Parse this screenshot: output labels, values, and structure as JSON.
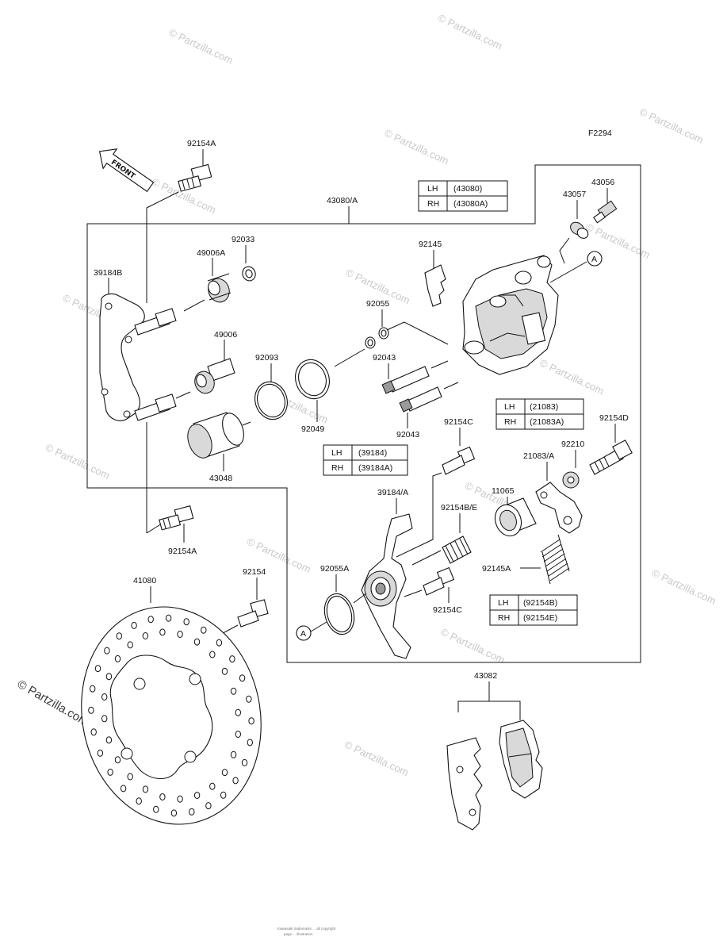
{
  "figure_code": "F2294",
  "front_arrow": "FRONT",
  "watermark": "© Partzilla.com",
  "footer": [
    "Kawasaki trademarks ... all copyright",
    "page ... illustration"
  ],
  "ref_marker": "A",
  "labels": {
    "p92154A_top": "92154A",
    "p43080A": "43080/A",
    "p43056": "43056",
    "p43057": "43057",
    "p92145": "92145",
    "p39184B": "39184B",
    "p49006A": "49006A",
    "p92033": "92033",
    "p92055": "92055",
    "p49006": "49006",
    "p92093": "92093",
    "p92043a": "92043",
    "p92049": "92049",
    "p92043b": "92043",
    "p43048": "43048",
    "p92154C_top": "92154C",
    "p92154D": "92154D",
    "p92210": "92210",
    "p21083A": "21083/A",
    "p39184A": "39184/A",
    "p11065": "11065",
    "p92154BE": "92154B/E",
    "p92154A_bot": "92154A",
    "p92154": "92154",
    "p41080": "41080",
    "p92055A": "92055A",
    "p92145A": "92145A",
    "p92154C_bot": "92154C",
    "p43082": "43082"
  },
  "tables": {
    "t43080": [
      [
        "LH",
        "(43080)"
      ],
      [
        "RH",
        "(43080A)"
      ]
    ],
    "t21083": [
      [
        "LH",
        "(21083)"
      ],
      [
        "RH",
        "(21083A)"
      ]
    ],
    "t39184": [
      [
        "LH",
        "(39184)"
      ],
      [
        "RH",
        "(39184A)"
      ]
    ],
    "t92154": [
      [
        "LH",
        "(92154B)"
      ],
      [
        "RH",
        "(92154E)"
      ]
    ]
  }
}
